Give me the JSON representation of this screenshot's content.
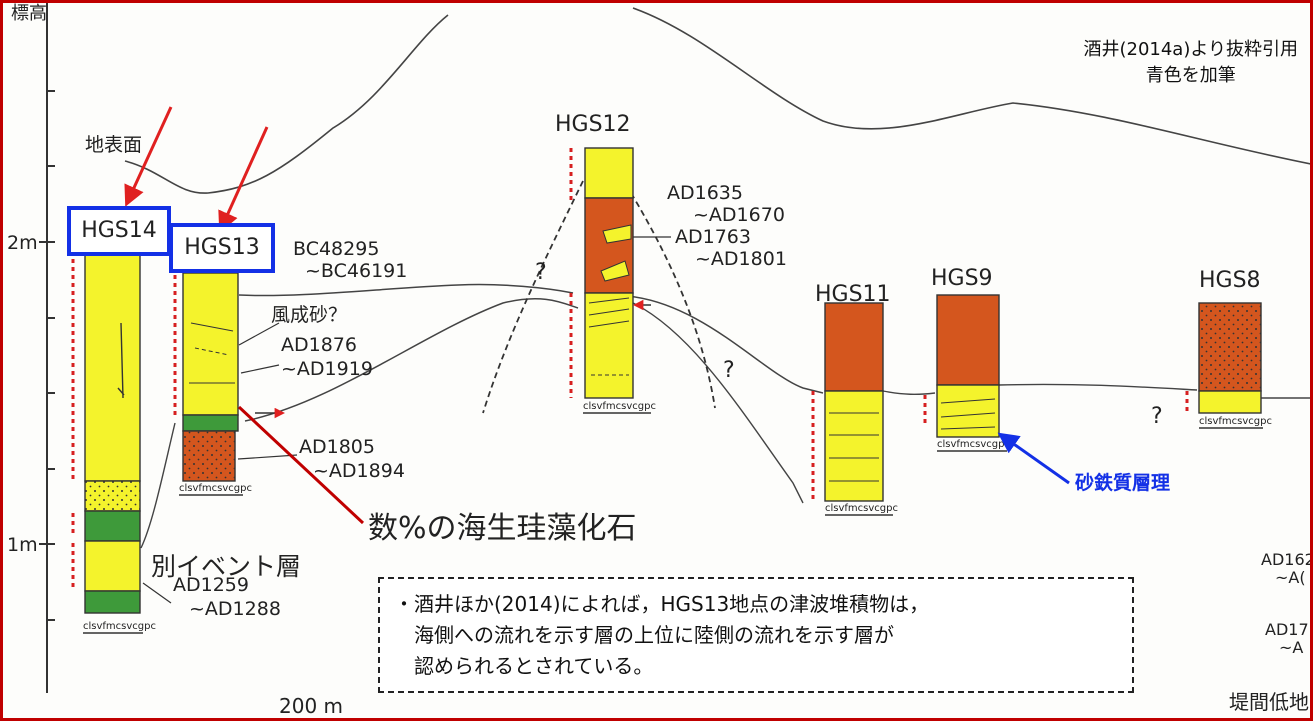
{
  "figure": {
    "y_axis_title": "標高",
    "y_ticks": [
      "2m",
      "1m"
    ],
    "scale_label": "200 m",
    "source_note": [
      "酒井(2014a)より抜粋引用",
      "青色を加筆"
    ],
    "surface_label": "地表面",
    "legend_scale": "clsvfmcsvcgpc"
  },
  "columns": [
    {
      "id": "HGS14",
      "label": "HGS14",
      "highlighted": true
    },
    {
      "id": "HGS13",
      "label": "HGS13",
      "highlighted": true
    },
    {
      "id": "HGS12",
      "label": "HGS12",
      "highlighted": false
    },
    {
      "id": "HGS11",
      "label": "HGS11",
      "highlighted": false
    },
    {
      "id": "HGS9",
      "label": "HGS9",
      "highlighted": false
    },
    {
      "id": "HGS8",
      "label": "HGS8",
      "highlighted": false
    }
  ],
  "dates": {
    "hgs13_top": [
      "BC48295",
      "~BC46191"
    ],
    "hgs13_mid": [
      "AD1876",
      "~AD1919"
    ],
    "hgs13_low": [
      "AD1805",
      "~AD1894"
    ],
    "hgs14_low": [
      "AD1259",
      "~AD1288"
    ],
    "hgs12_a": [
      "AD1635",
      "~AD1670"
    ],
    "hgs12_b": [
      "AD1763",
      "~AD1801"
    ],
    "right_a": [
      "AD162",
      "~A("
    ],
    "right_b": [
      "AD17",
      "~A"
    ]
  },
  "annotations": {
    "aeolian_sand": "風成砂？",
    "diatom": "数%の海生珪藻化石",
    "other_event": "別イベント層",
    "magnetite": "砂鉄質層理",
    "question": "?",
    "right_edge": "堤間低地"
  },
  "note": {
    "lines": [
      "・酒井ほか(2014)によれば，HGS13地点の津波堆積物は，",
      "　海側への流れを示す層の上位に陸側の流れを示す層が",
      "　認められるとされている。"
    ]
  },
  "colors": {
    "frame": "#c00000",
    "highlight_box": "#1330e6",
    "arrow_red": "#e02020",
    "arrow_blue": "#1330e6",
    "sand": "#f4f32c",
    "mud": "#d4561e",
    "green": "#3e9a3a"
  }
}
